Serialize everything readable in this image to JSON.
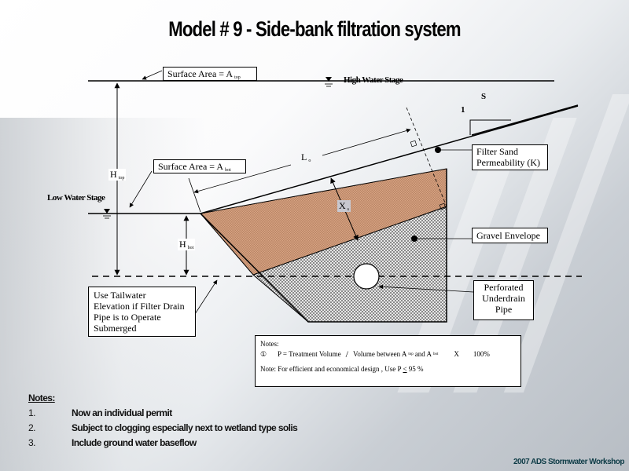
{
  "title": "Model # 9 - Side-bank filtration system",
  "diagram": {
    "surface_area_top": {
      "text": "Surface Area = A",
      "sub": "top"
    },
    "surface_area_bot": {
      "text": "Surface Area = A",
      "sub": "bot"
    },
    "high_water_stage": "High Water Stage",
    "low_water_stage": "Low Water Stage",
    "h_top": {
      "text": "H",
      "sub": "top"
    },
    "h_bot": {
      "text": "H",
      "sub": "bot"
    },
    "l_o": {
      "text": "L",
      "sub": "o"
    },
    "x_s": {
      "text": "X",
      "sub": "s"
    },
    "slope_s": "S",
    "slope_1": "1",
    "filter_sand": [
      "Filter Sand",
      "Permeability (K)"
    ],
    "gravel_envelope": "Gravel Envelope",
    "underdrain": [
      "Perforated",
      "Underdrain",
      "Pipe"
    ],
    "tailwater": [
      "Use Tailwater",
      "Elevation if Filter Drain",
      "Pipe is to Operate",
      "Submerged"
    ],
    "colors": {
      "filter_sand": "#d9a584",
      "gravel": "#cfcfcf",
      "line": "#000000"
    }
  },
  "formula_notes": {
    "heading": "Notes:",
    "marker": "①",
    "formula_p": "P  =  Treatment Volume",
    "formula_slash": "/",
    "formula_between": "Volume between A",
    "sub_top": "top",
    "formula_and": "and A",
    "sub_bot": "bot",
    "formula_x": "X",
    "formula_pct": "100%",
    "note_line_prefix": "Note:  For efficient and economical design , Use P",
    "note_line_op": "<",
    "note_line_value": "95 %"
  },
  "notes": {
    "heading": "Notes:",
    "items": [
      {
        "num": "1.",
        "text": "Now an individual permit"
      },
      {
        "num": "2.",
        "text": "Subject to clogging especially next to wetland type solis"
      },
      {
        "num": "3.",
        "text": "Include ground water baseflow"
      }
    ]
  },
  "footer": "2007 ADS Stormwater Workshop"
}
